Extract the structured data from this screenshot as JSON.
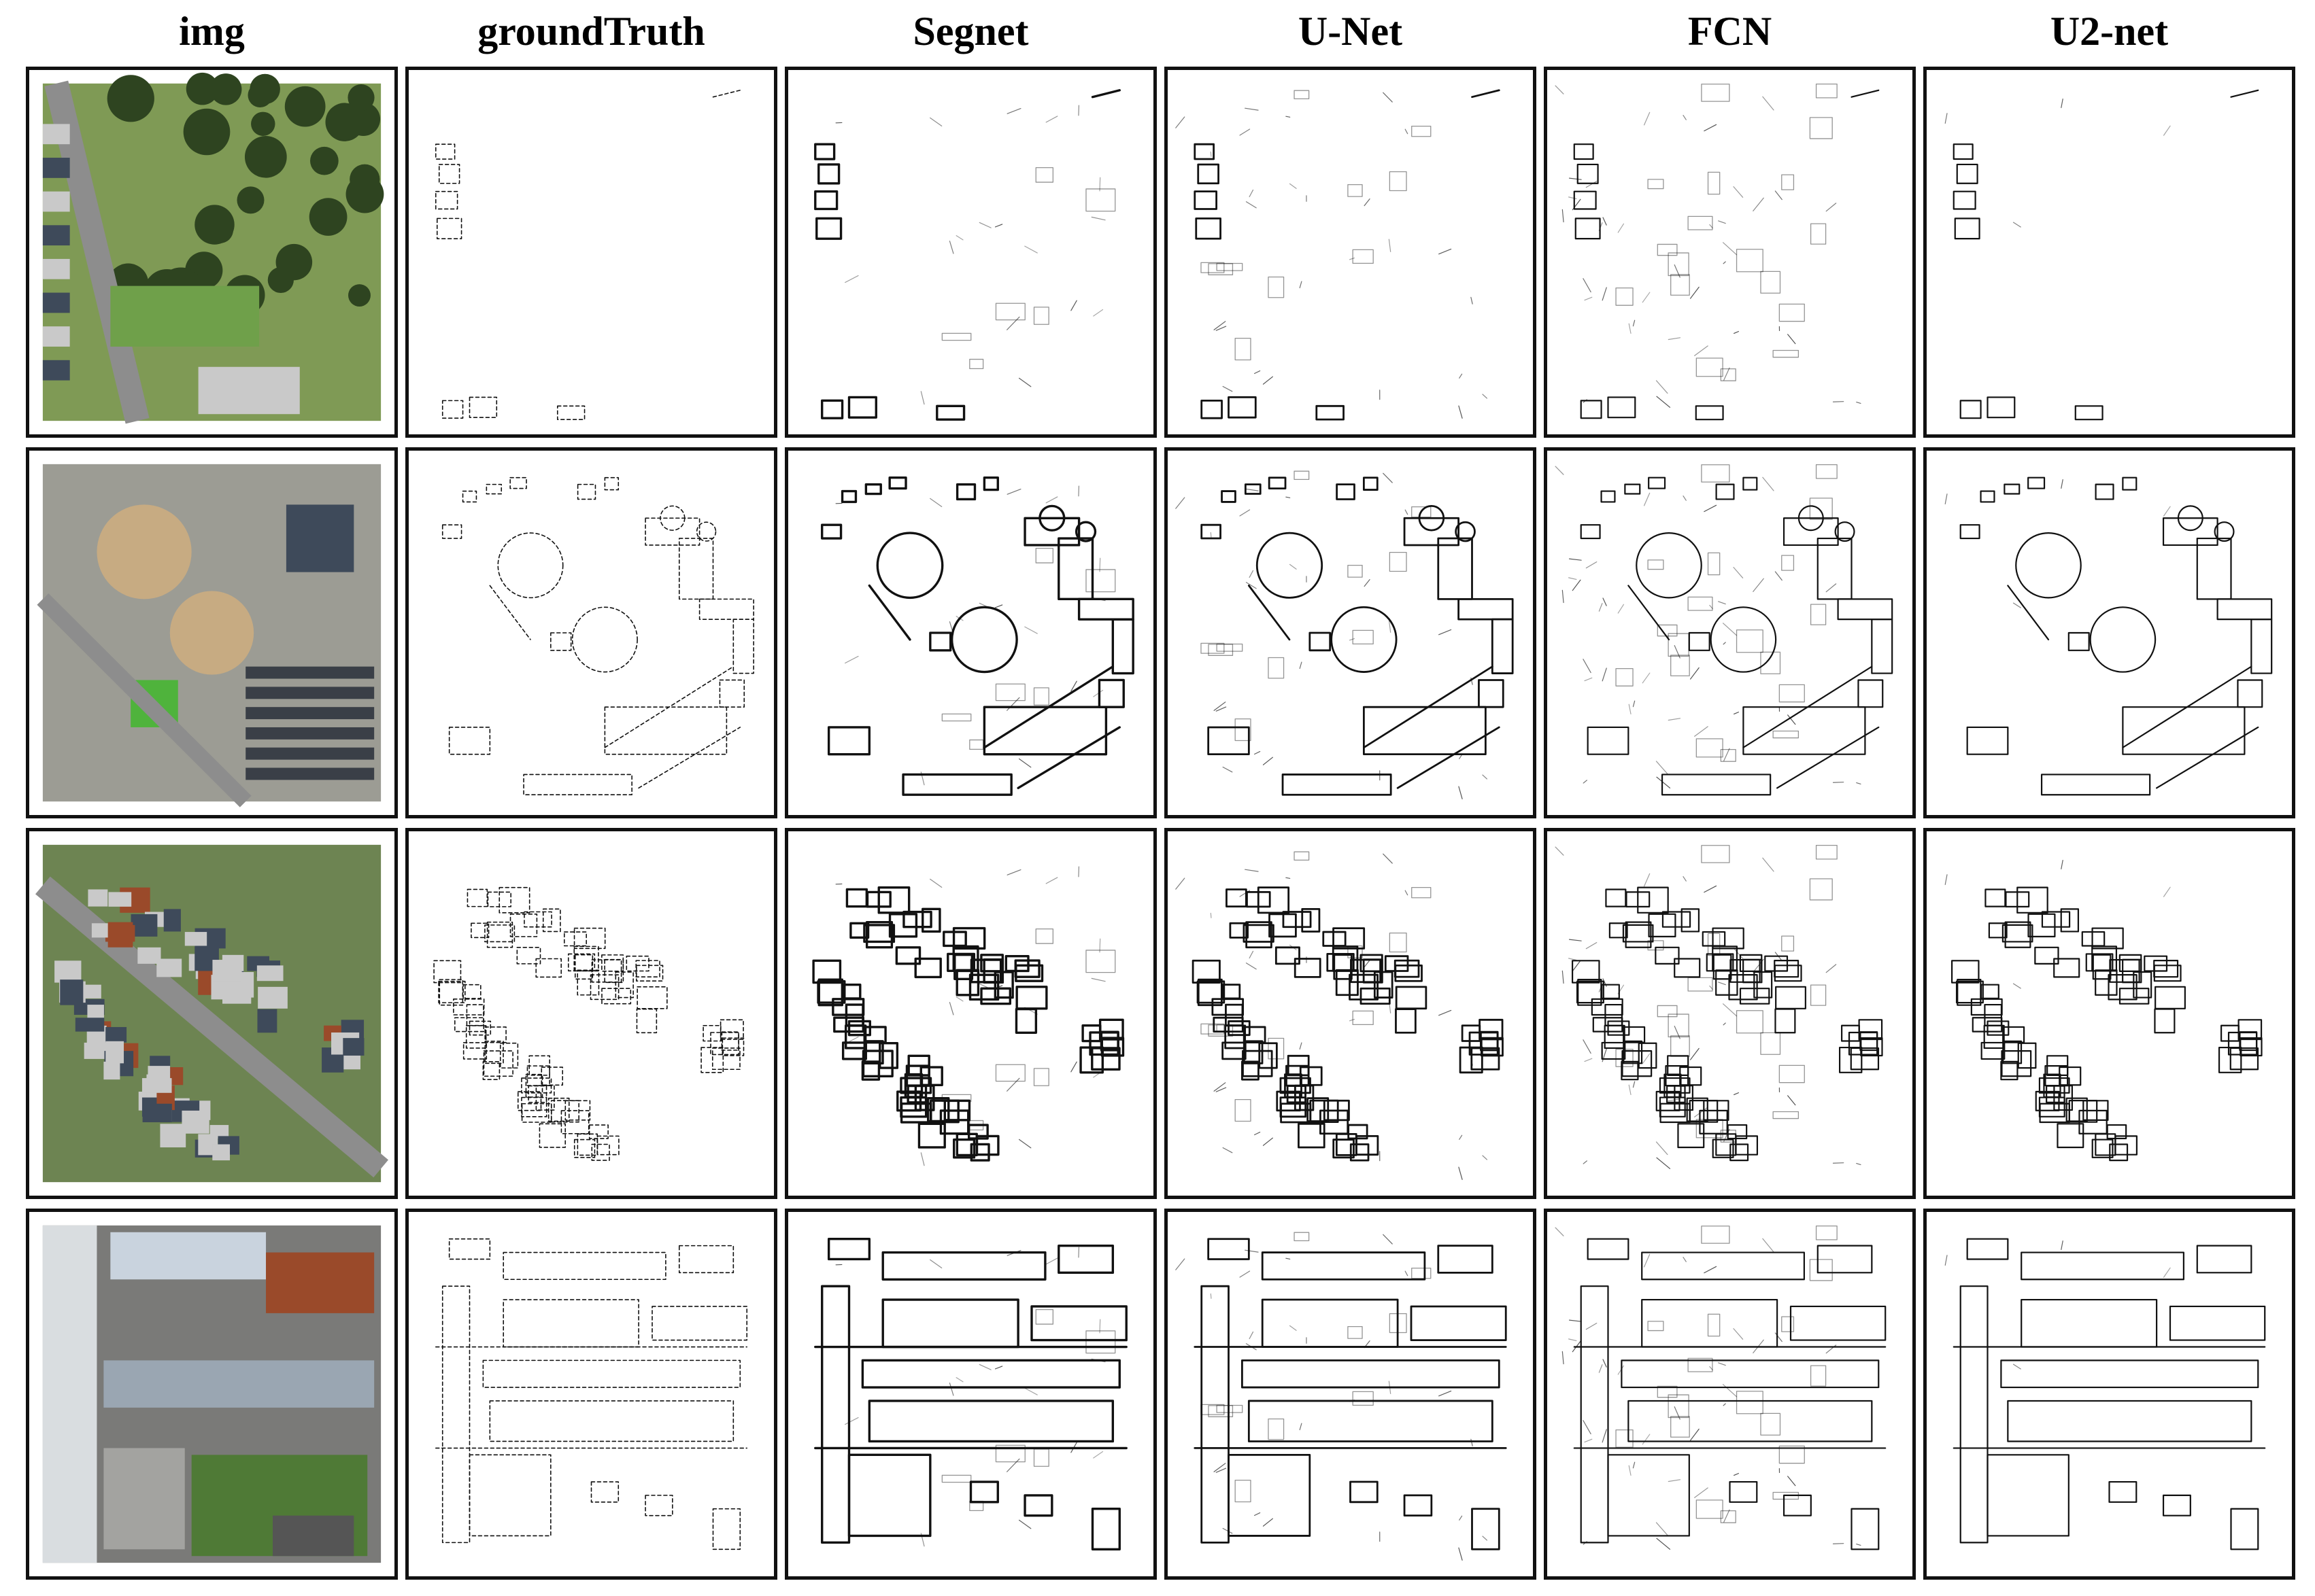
{
  "figure": {
    "columns": [
      {
        "id": "img",
        "label": "img"
      },
      {
        "id": "gt",
        "label": "groundTruth"
      },
      {
        "id": "segnet",
        "label": "Segnet"
      },
      {
        "id": "unet",
        "label": "U-Net"
      },
      {
        "id": "fcn",
        "label": "FCN"
      },
      {
        "id": "u2net",
        "label": "U2-net"
      }
    ],
    "rows": [
      {
        "id": "row-1",
        "scene": "park-with-road"
      },
      {
        "id": "row-2",
        "scene": "circular-tanks"
      },
      {
        "id": "row-3",
        "scene": "residential-diagonal"
      },
      {
        "id": "row-4",
        "scene": "industrial"
      }
    ],
    "colors": {
      "frame": "#111111",
      "edge": "#111111",
      "grass": "#7f9a55",
      "trees": "#2e4420",
      "road": "#8d8d8d",
      "roof_light": "#c9c9c9",
      "roof_dark": "#3e4a5a",
      "roof_rust": "#9a4a2a",
      "tank": "#c7ab82",
      "field": "#4fb33c"
    }
  }
}
